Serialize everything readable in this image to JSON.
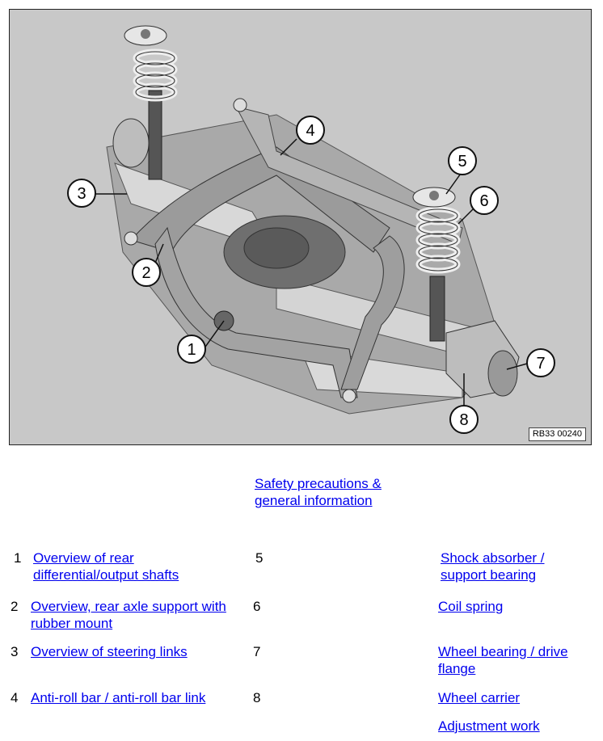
{
  "figure": {
    "reference_code": "RB33 00240",
    "callouts": [
      "1",
      "2",
      "3",
      "4",
      "5",
      "6",
      "7",
      "8"
    ]
  },
  "header_link": "Safety precautions & general information",
  "left_items": [
    {
      "number": "1",
      "label": "Overview of rear differential/output shafts"
    },
    {
      "number": "2",
      "label": "Overview, rear axle support with rubber mount"
    },
    {
      "number": "3",
      "label": "Overview of steering links"
    },
    {
      "number": "4",
      "label": "Anti-roll bar / anti-roll bar link"
    }
  ],
  "right_items": [
    {
      "number": "5",
      "label": "Shock absorber / support bearing"
    },
    {
      "number": "6",
      "label": "Coil spring"
    },
    {
      "number": "7",
      "label": "Wheel bearing / drive flange"
    },
    {
      "number": "8",
      "label": "Wheel carrier"
    }
  ],
  "extra_link": "Adjustment work"
}
